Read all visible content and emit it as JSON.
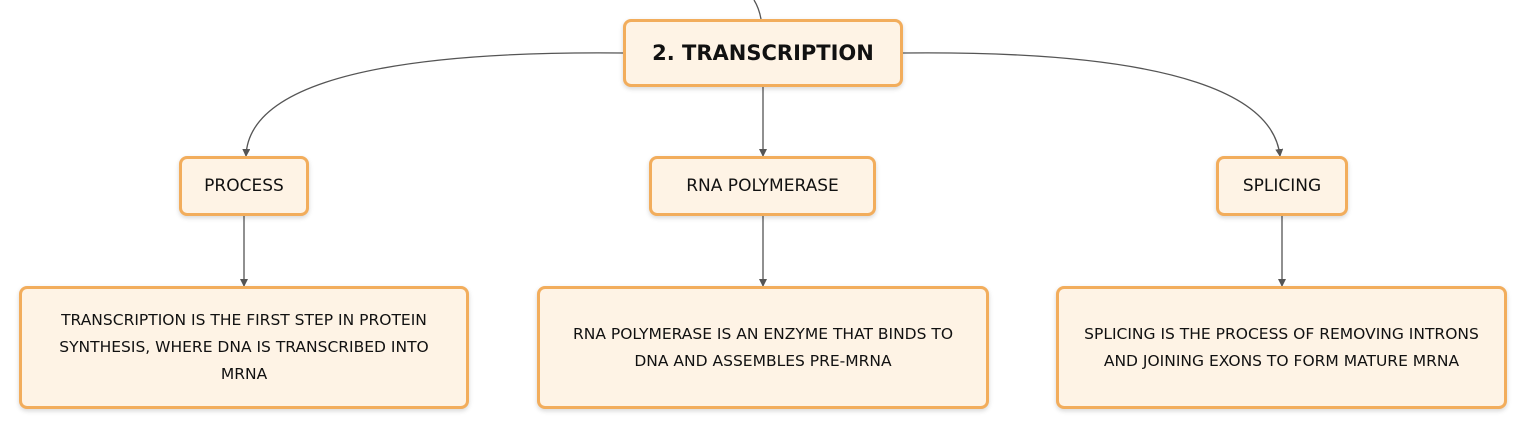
{
  "root": {
    "label": "2. TRANSCRIPTION"
  },
  "branches": [
    {
      "label": "PROCESS",
      "detail": "TRANSCRIPTION IS THE FIRST STEP IN PROTEIN SYNTHESIS, WHERE DNA IS TRANSCRIBED INTO MRNA"
    },
    {
      "label": "RNA POLYMERASE",
      "detail": "RNA POLYMERASE IS AN ENZYME THAT BINDS TO DNA AND ASSEMBLES PRE-MRNA"
    },
    {
      "label": "SPLICING",
      "detail": "SPLICING IS THE PROCESS OF REMOVING INTRONS AND JOINING EXONS TO FORM MATURE MRNA"
    }
  ],
  "colors": {
    "node_border": "#f2ad5c",
    "node_fill": "#fef3e5",
    "connector": "#555555",
    "text": "#111111"
  }
}
